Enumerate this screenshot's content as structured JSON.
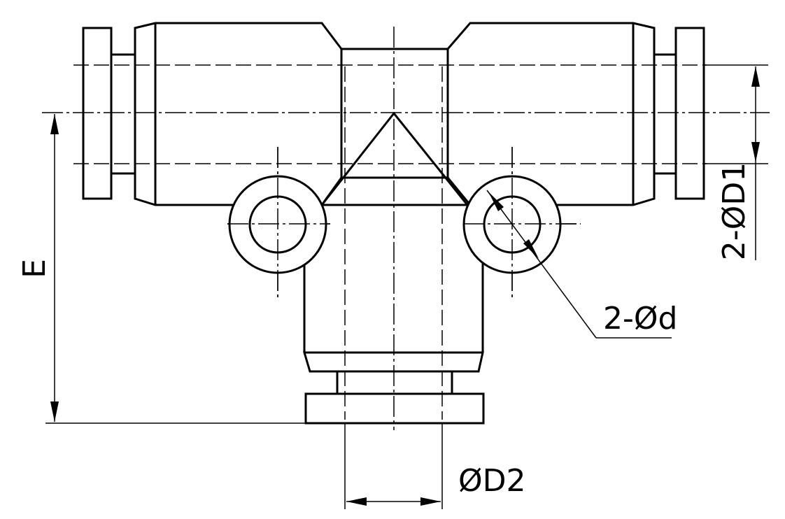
{
  "diagram": {
    "labels": {
      "height_dimension": "E",
      "side_port_diameter": "2-ØD1",
      "mounting_hole_diameter": "2-Ød",
      "bottom_port_diameter": "ØD2"
    },
    "colors": {
      "line": "#000000",
      "background": "#ffffff"
    }
  }
}
